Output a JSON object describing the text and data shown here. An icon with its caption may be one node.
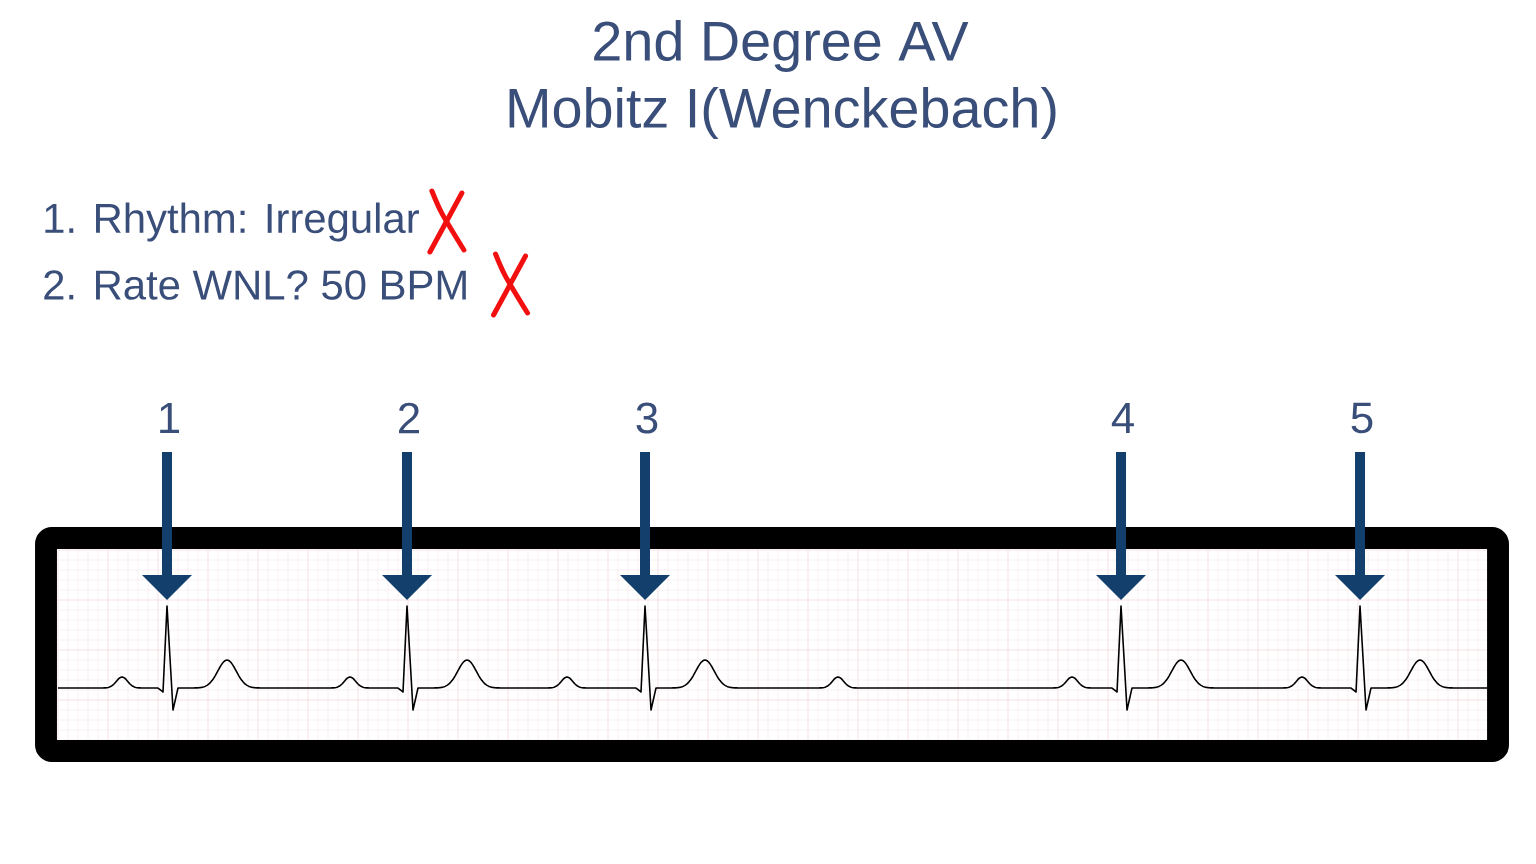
{
  "diagram": {
    "title": "2nd Degree AV",
    "labels": [
      "Mobitz I(Wenckebach)",
      "1. Rhythm: Irregular",
      "2. Rate WNL?  50 BPM",
      "1",
      "2",
      "3",
      "4",
      "5"
    ]
  }
}
